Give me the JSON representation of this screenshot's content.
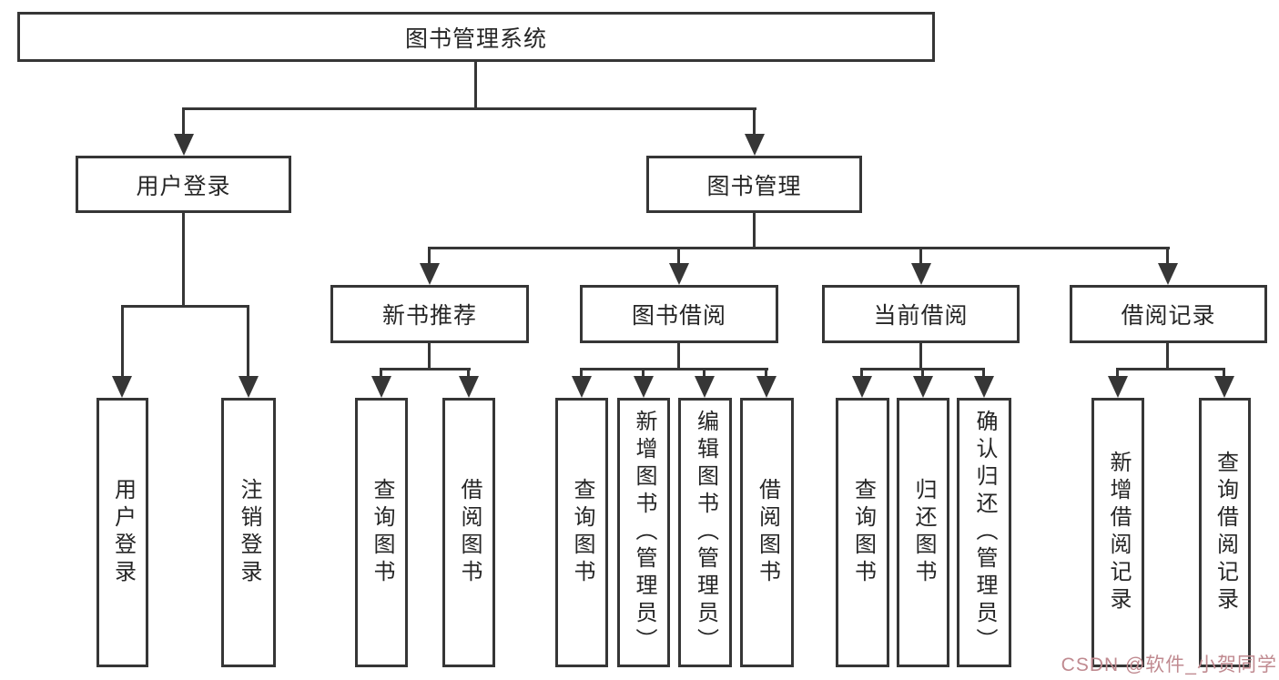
{
  "diagram": {
    "root": {
      "label": "图书管理系统"
    },
    "level2": [
      {
        "label": "用户登录"
      },
      {
        "label": "图书管理"
      }
    ],
    "level3": [
      {
        "label": "新书推荐"
      },
      {
        "label": "图书借阅"
      },
      {
        "label": "当前借阅"
      },
      {
        "label": "借阅记录"
      }
    ],
    "leaves": [
      {
        "label": "用户登录"
      },
      {
        "label": "注销登录"
      },
      {
        "label": "查询图书"
      },
      {
        "label": "借阅图书"
      },
      {
        "label": "查询图书"
      },
      {
        "label": "新增图书（管理员）"
      },
      {
        "label": "编辑图书（管理员）"
      },
      {
        "label": "借阅图书"
      },
      {
        "label": "查询图书"
      },
      {
        "label": "归还图书"
      },
      {
        "label": "确认归还（管理员）"
      },
      {
        "label": "新增借阅记录"
      },
      {
        "label": "查询借阅记录"
      }
    ]
  },
  "watermark": {
    "text": "CSDN @软件_小贺同学"
  },
  "colors": {
    "background": "#ffffff",
    "line": "#363636",
    "text": "#262626",
    "watermark": "#c08a90"
  }
}
